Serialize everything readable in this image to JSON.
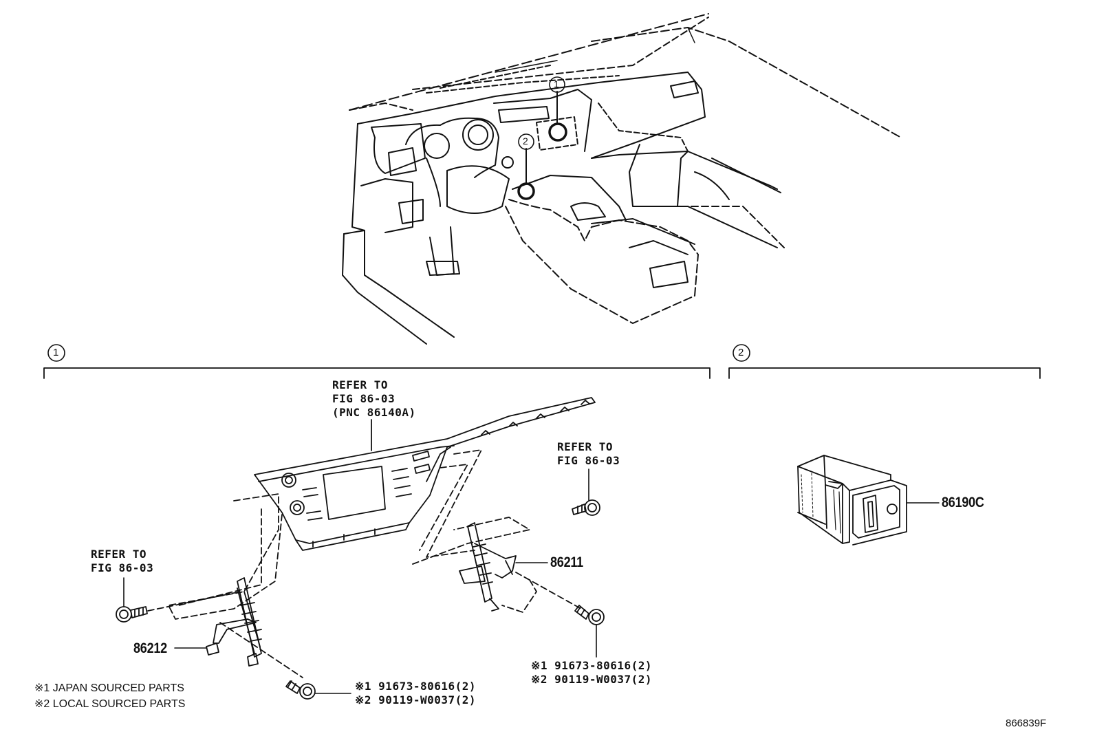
{
  "sections": [
    {
      "callout": "1"
    },
    {
      "callout": "2"
    }
  ],
  "overview": {
    "callout_1": "1",
    "callout_2": "2"
  },
  "refs": {
    "top_panel": {
      "line1": "REFER TO",
      "line2": "FIG 86-03",
      "line3": "(PNC 86140A)"
    },
    "right_screw": {
      "line1": "REFER TO",
      "line2": "FIG 86-03"
    },
    "left_screw": {
      "line1": "REFER TO",
      "line2": "FIG 86-03"
    }
  },
  "parts": {
    "p86211": "86211",
    "p86212": "86212",
    "p86190c": "86190C"
  },
  "screws_left": {
    "line1": "※1 91673-80616(2)",
    "line2": "※2 90119-W0037(2)"
  },
  "screws_right": {
    "line1": "※1 91673-80616(2)",
    "line2": "※2 90119-W0037(2)"
  },
  "notes": {
    "japan": "※1 JAPAN SOURCED PARTS",
    "local": "※2 LOCAL SOURCED PARTS"
  },
  "figure_id": "866839F"
}
